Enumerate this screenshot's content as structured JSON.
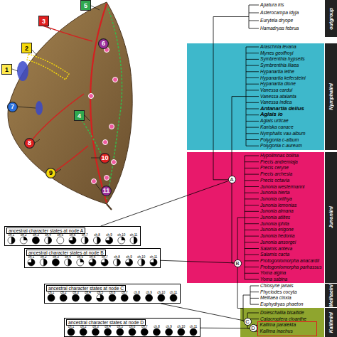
{
  "diagram": {
    "nodes": [
      {
        "text": [
          "5"
        ]
      },
      {
        "text": [
          "3"
        ]
      },
      {
        "text": [
          "6"
        ]
      },
      {
        "text": [
          "2"
        ]
      },
      {
        "text": [
          "1"
        ]
      },
      {
        "text": [
          "7"
        ]
      },
      {
        "text": [
          "4"
        ]
      },
      {
        "text": [
          "8"
        ]
      },
      {
        "text": [
          "10"
        ]
      },
      {
        "text": [
          "9"
        ]
      },
      {
        "text": [
          "11"
        ]
      },
      {
        "text": [
          "outgroup"
        ]
      },
      {
        "text": [
          "Nymphalini"
        ]
      },
      {
        "text": [
          "Junoniini"
        ]
      },
      {
        "text": [
          "Melitaeini"
        ]
      },
      {
        "text": [
          "Kallimini"
        ]
      },
      {
        "text": [
          "Araschnia levana",
          "Mynes geoffroyi",
          "Symbrenthia hypselis",
          "Symbrenthia lilaea",
          "Hypanartia lethe",
          "Hypanartia kefersteini",
          "Hypanartia dione",
          "Vanessa cardui",
          "Vanessa atalanta",
          "Vanessa indica",
          "Antanartia delius",
          "Aglais io",
          "Aglais urticae",
          "Kaniska canace",
          "Nymphalis vau-album",
          "Polygonia c-album",
          "Polygonia c-aureum"
        ]
      },
      {
        "text": [
          "Hypolimnas bolina",
          "Precis andremiaja",
          "Precis ceryne",
          "Precis archesia",
          "Precis octavia",
          "Junonia westermanni",
          "Junonia hierta",
          "Junonia orithya",
          "Junonia lemonias",
          "Junonia almana",
          "Junonia atlites",
          "Junonia iphita",
          "Junonia erigone",
          "Junonia hedonia",
          "Junonia ansorgei",
          "Salamis anteva",
          "Salamis cacta",
          "Protogoniomorpha anacardii",
          "Protogoniomorpha parhassus",
          "Yoma algina",
          "Yoma sabina"
        ]
      },
      {
        "text": [
          "Doleschallia bisaltide",
          "Catacroptera cloanthe"
        ]
      },
      {
        "text": [
          "Kallima paralekta",
          "Kallima inachus"
        ],
        "in": 18
      },
      {
        "text": [
          "A"
        ]
      },
      {
        "text": [
          "B"
        ]
      },
      {
        "text": [
          "C"
        ]
      },
      {
        "text": [
          "D"
        ]
      },
      {
        "text": [
          "ancestral character states at node A",
          "ch.1",
          "ch.2",
          "ch.3",
          "ch.4",
          "ch.5",
          "ch.6",
          "ch.7",
          "ch.8",
          "ch.9",
          "ch.10",
          "ch.11"
        ]
      },
      {
        "text": [
          "ancestral character states at node B",
          "ch.1",
          "ch.2",
          "ch.3",
          "ch.4",
          "ch.5",
          "ch.6",
          "ch.7",
          "ch.8",
          "ch.9",
          "ch.10",
          "ch.11"
        ]
      },
      {
        "text": [
          "ancestral character states at node C",
          "ch.1",
          "ch.2",
          "ch.3",
          "ch.4",
          "ch.5",
          "ch.6",
          "ch.7",
          "ch.8",
          "ch.9",
          "ch.10",
          "ch.11"
        ]
      },
      {
        "text": [
          "ancestral character states at node D",
          "ch.1",
          "ch.2",
          "ch.3",
          "ch.4",
          "ch.5",
          "ch.6",
          "ch.7",
          "ch.8",
          "ch.9",
          "ch.10",
          "ch.11"
        ]
      }
    ],
    "edges": [
      {
        "from": 24,
        "to": 20,
        "arrow": "none"
      },
      {
        "from": 25,
        "to": 21,
        "arrow": "none"
      },
      {
        "from": 26,
        "to": 22,
        "arrow": "none"
      },
      {
        "from": 27,
        "to": 23,
        "arrow": "none"
      }
    ],
    "labels": [
      "Apatura iris",
      "Asterocampa idyja",
      "Eurytela dryope",
      "Hamadryas februa",
      "Chlosyne janais",
      "Phyciodes cocyta",
      "Melitaea cinxia",
      "Euphydryas phaeton"
    ]
  }
}
